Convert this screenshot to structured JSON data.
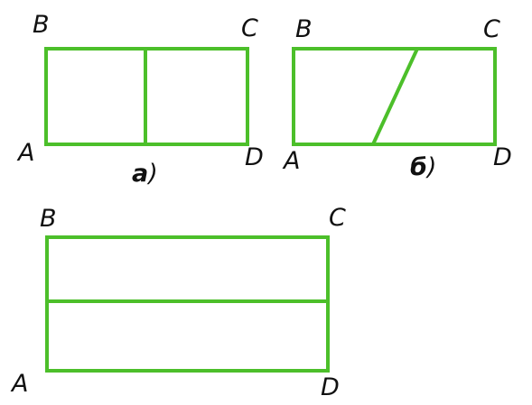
{
  "colors": {
    "stroke": "#4cbf2a",
    "text": "#111111",
    "background": "#ffffff"
  },
  "figure_a": {
    "labels": {
      "a": "A",
      "b": "B",
      "c": "C",
      "d": "D"
    },
    "caption_letter": "а",
    "caption_paren": ")"
  },
  "figure_b": {
    "labels": {
      "a": "A",
      "b": "B",
      "c": "C",
      "d": "D"
    },
    "caption_letter": "б",
    "caption_paren": ")"
  },
  "figure_c": {
    "labels": {
      "a": "A",
      "b": "B",
      "c": "C",
      "d": "D"
    }
  }
}
